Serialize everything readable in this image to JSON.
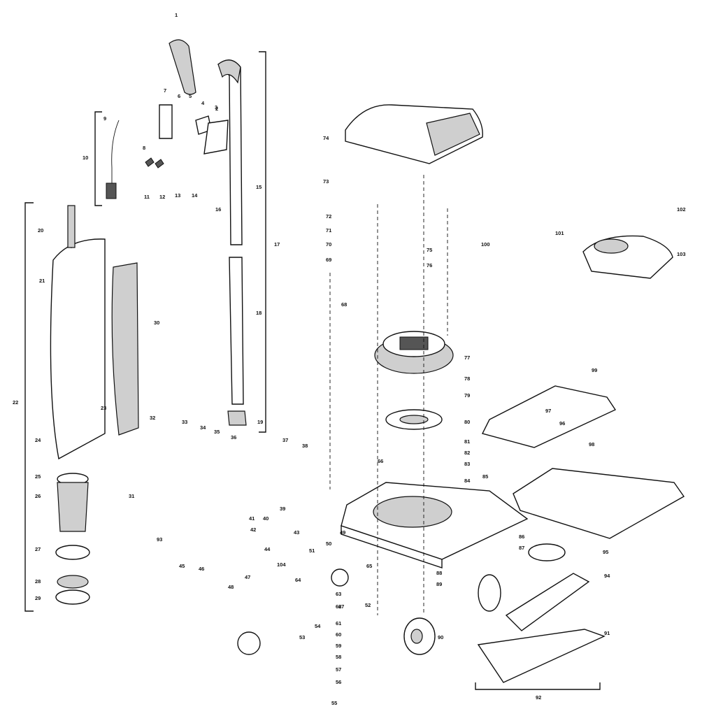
{
  "diagram": {
    "callouts": [
      "1",
      "2",
      "3",
      "4",
      "5",
      "6",
      "7",
      "8",
      "9",
      "10",
      "11",
      "12",
      "13",
      "14",
      "15",
      "16",
      "17",
      "18",
      "19",
      "20",
      "21",
      "22",
      "23",
      "24",
      "25",
      "26",
      "27",
      "28",
      "29",
      "30",
      "31",
      "32",
      "33",
      "34",
      "35",
      "36",
      "37",
      "38",
      "39",
      "40",
      "41",
      "42",
      "43",
      "44",
      "45",
      "46",
      "47",
      "48",
      "49",
      "50",
      "51",
      "52",
      "53",
      "54",
      "55",
      "56",
      "57",
      "58",
      "59",
      "60",
      "61",
      "62",
      "63",
      "64",
      "65",
      "66",
      "67",
      "68",
      "69",
      "70",
      "71",
      "72",
      "73",
      "74",
      "75",
      "76",
      "77",
      "78",
      "79",
      "80",
      "81",
      "82",
      "83",
      "84",
      "85",
      "86",
      "87",
      "88",
      "89",
      "90",
      "91",
      "92",
      "93",
      "94",
      "95",
      "96",
      "97",
      "98",
      "99",
      "100",
      "101",
      "102",
      "103",
      "104"
    ]
  }
}
